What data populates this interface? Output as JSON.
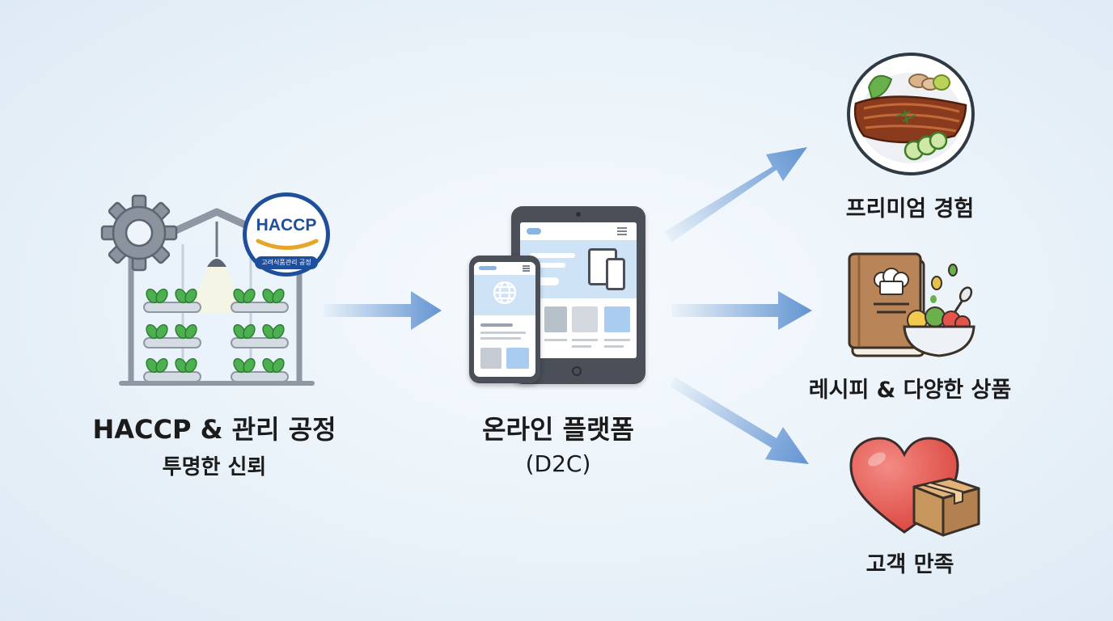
{
  "source": {
    "title": "HACCP & 관리 공정",
    "subtitle": "투명한 신뢰",
    "badge_text": "HACCP",
    "badge_subtext": "고려식품관리 공정"
  },
  "platform": {
    "title": "온라인 플랫폼",
    "subtitle": "(D2C)"
  },
  "outcomes": [
    {
      "label": "프리미엄 경험"
    },
    {
      "label": "레시피 & 다양한 상품"
    },
    {
      "label": "고객 만족"
    }
  ],
  "colors": {
    "arrow": "#5b8fd0",
    "badge_blue": "#1f4f9a",
    "badge_gold": "#e7a52a",
    "leaf_green": "#4caf50",
    "heart_red": "#e5534b",
    "box_brown": "#c8975e",
    "device_dark": "#4a4f58",
    "screen_blue": "#cfe3f7"
  }
}
